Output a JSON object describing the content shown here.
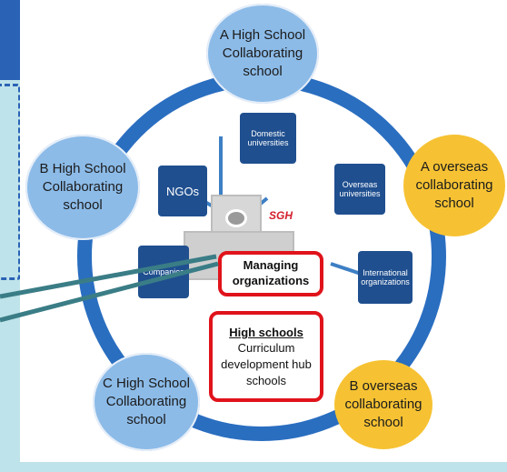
{
  "schools": {
    "a_high": "A High School Collaborating school",
    "b_high": "B High School Collaborating school",
    "c_high": "C High School Collaborating school",
    "a_overseas": "A overseas collaborating school",
    "b_overseas": "B overseas collaborating school"
  },
  "partners": {
    "domestic": "Domestic universities",
    "ngos": "NGOs",
    "overseas_univ": "Overseas universities",
    "companies": "Companies",
    "international": "International organizations"
  },
  "center": {
    "managing": "Managing organizations",
    "high_schools_title": "High schools",
    "high_schools_sub": "Curriculum development hub schools",
    "logo_text": "SGH"
  },
  "colors": {
    "ring": "#2a6ec0",
    "blue_node": "#8cbbe8",
    "gold_node": "#f6c233",
    "partner_box": "#1f4f8f",
    "highlight": "#e0131b"
  }
}
